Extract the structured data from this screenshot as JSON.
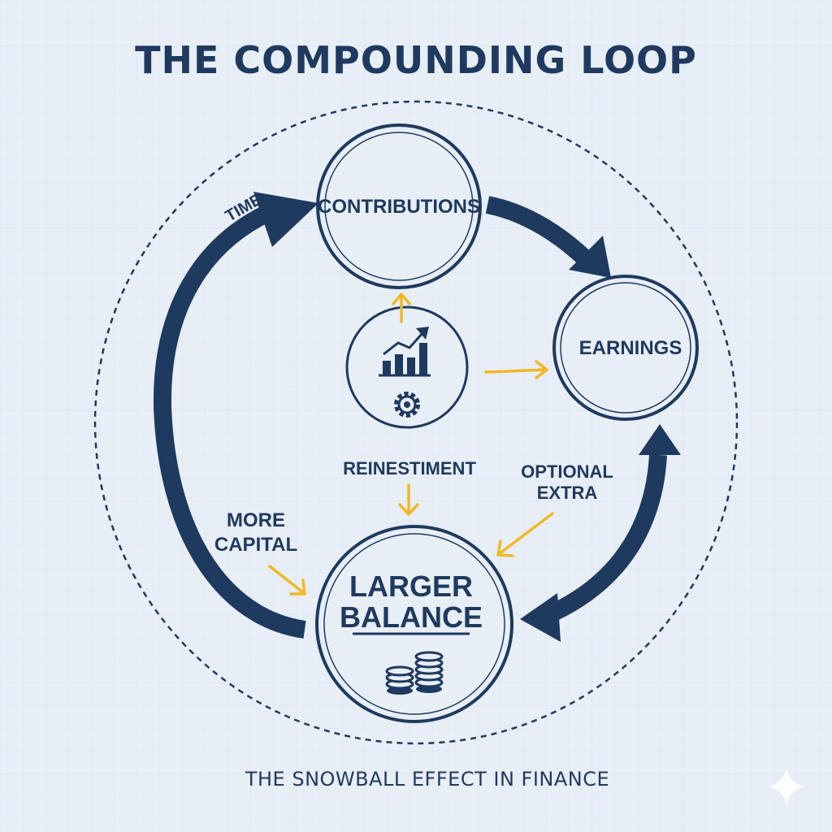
{
  "title": "THE COMPOUNDING LOOP",
  "subtitle": "THE SNOWBALL EFFECT IN FINANCE",
  "nodes": {
    "contributions": "CONTRIBUTIONS",
    "earnings": "EARNINGS",
    "larger_balance_line1": "LARGER",
    "larger_balance_line2": "BALANCE"
  },
  "labels": {
    "time": "TIME",
    "reinvestment": "REINESTIMENT",
    "optional_line1": "OPTIONAL",
    "optional_line2": "EXTRA",
    "more_capital_line1": "MORE",
    "more_capital_line2": "CAPITAL"
  },
  "icons": {
    "center": [
      "growth-chart-icon",
      "gear-icon"
    ],
    "balance": "coin-stack-icon",
    "corner": "sparkle-icon"
  },
  "colors": {
    "navy": "#1e3a5f",
    "accent": "#f2b824",
    "background": "#e8eef6"
  }
}
